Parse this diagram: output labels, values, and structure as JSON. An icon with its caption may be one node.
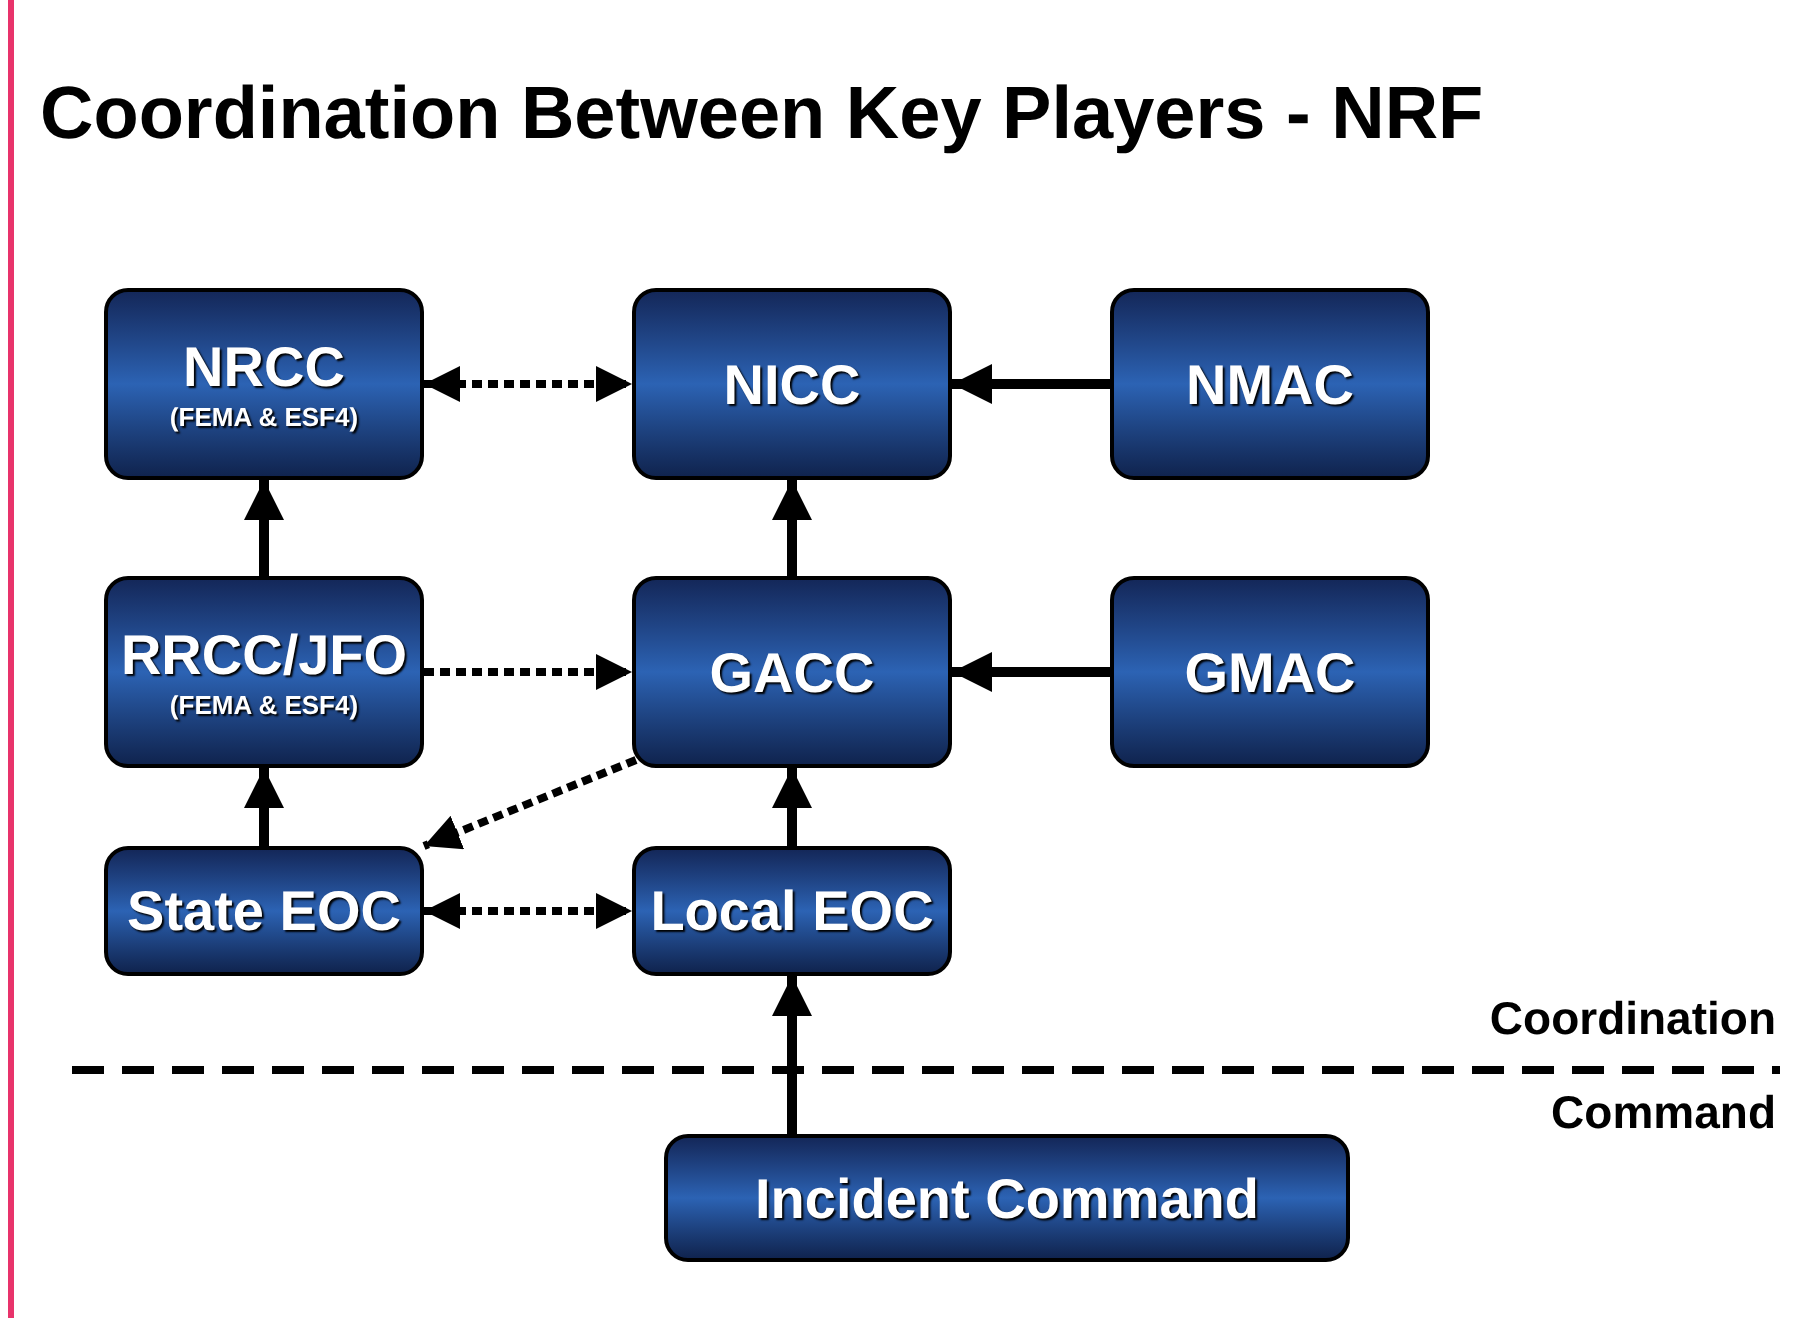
{
  "diagram": {
    "title": "Coordination Between Key Players - NRF",
    "nodes": [
      {
        "text": [
          "NRCC",
          "(FEMA & ESF4)"
        ]
      },
      {
        "text": [
          "NICC"
        ]
      },
      {
        "text": [
          "NMAC"
        ]
      },
      {
        "text": [
          "RRCC/JFO",
          "(FEMA & ESF4)"
        ]
      },
      {
        "text": [
          "GACC"
        ]
      },
      {
        "text": [
          "GMAC"
        ]
      },
      {
        "text": [
          "State EOC"
        ]
      },
      {
        "text": [
          "Local EOC"
        ]
      },
      {
        "text": [
          "Incident Command"
        ]
      }
    ],
    "edges": [
      {
        "from": 0,
        "to": 1,
        "arrow": "both",
        "style": "dashed"
      },
      {
        "from": 2,
        "to": 1,
        "arrow": "to"
      },
      {
        "from": 3,
        "to": 0,
        "arrow": "to"
      },
      {
        "from": 4,
        "to": 1,
        "arrow": "to"
      },
      {
        "from": 3,
        "to": 4,
        "arrow": "to",
        "style": "dashed"
      },
      {
        "from": 5,
        "to": 4,
        "arrow": "to"
      },
      {
        "from": 4,
        "to": 6,
        "arrow": "to",
        "style": "dashed"
      },
      {
        "from": 6,
        "to": 3,
        "arrow": "to"
      },
      {
        "from": 7,
        "to": 4,
        "arrow": "to"
      },
      {
        "from": 6,
        "to": 7,
        "arrow": "both",
        "style": "dashed"
      },
      {
        "from": 8,
        "to": 7,
        "arrow": "to"
      }
    ],
    "labels": [
      "Coordination",
      "Command"
    ]
  }
}
